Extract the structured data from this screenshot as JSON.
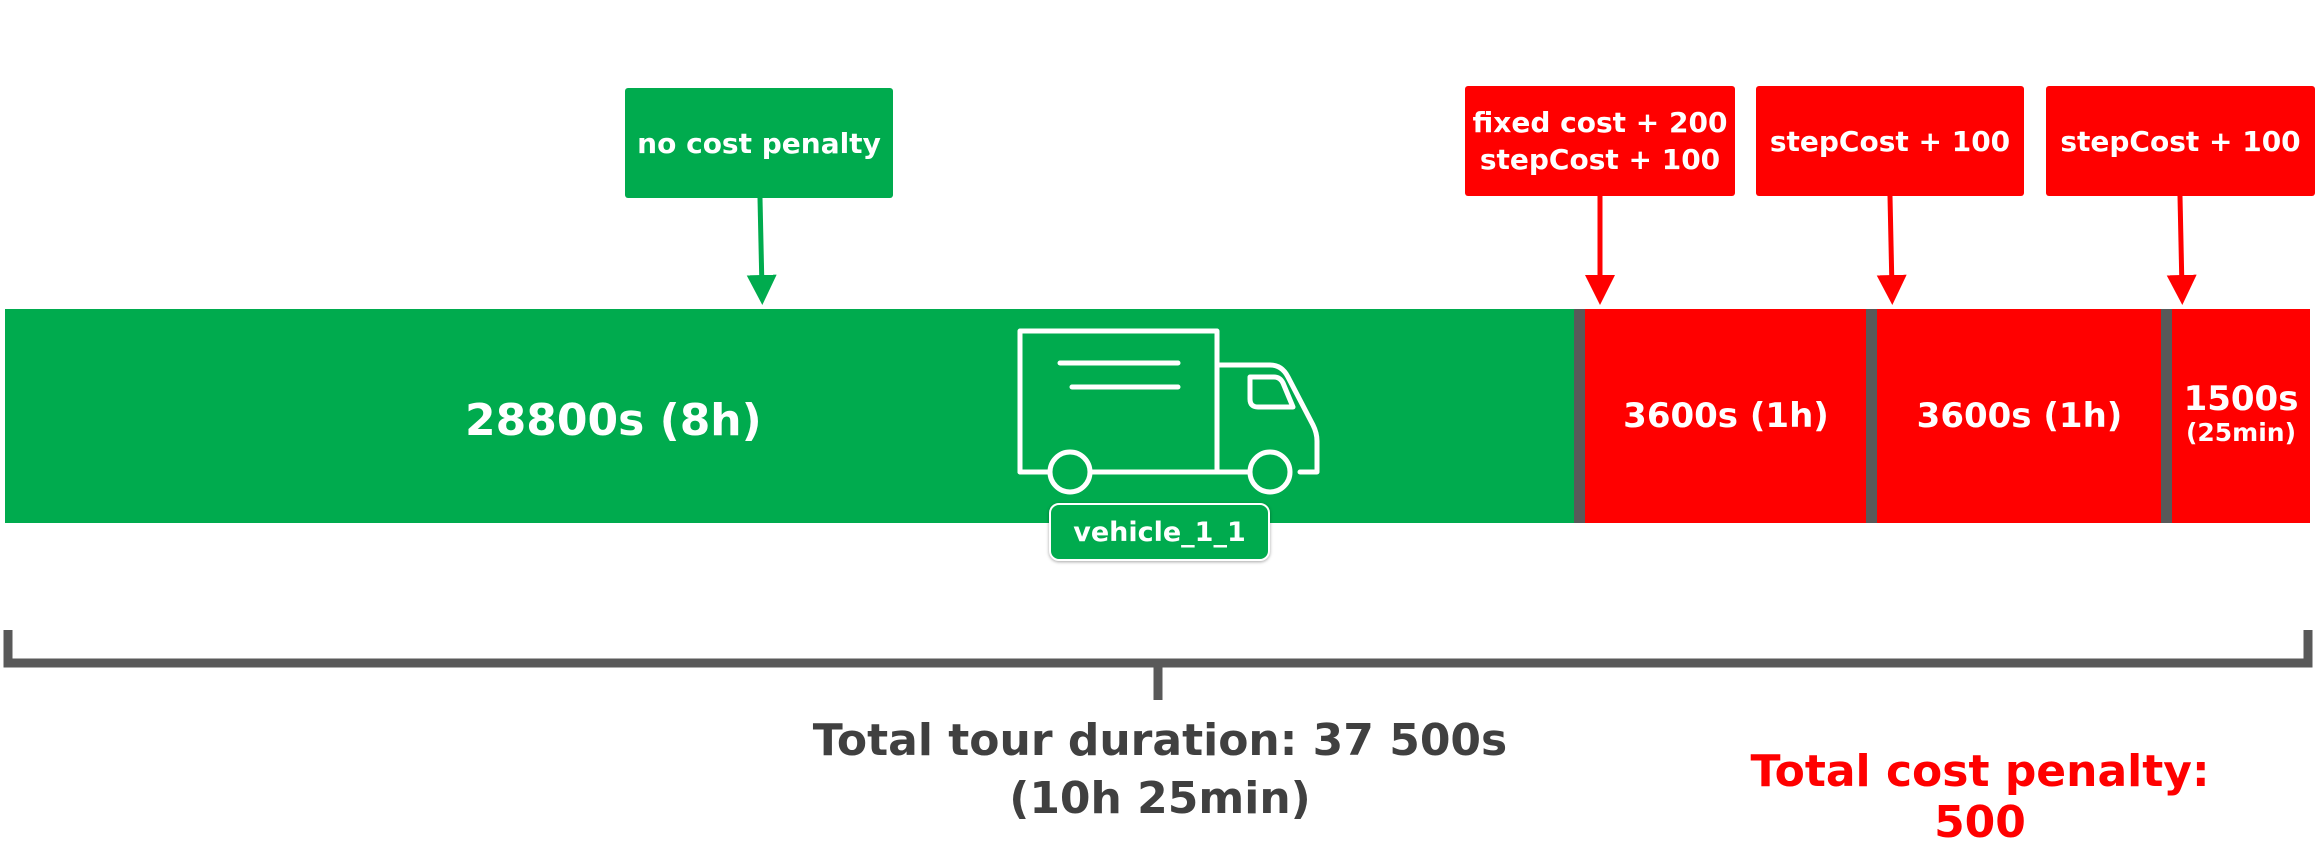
{
  "segments": [
    {
      "label": "28800s (8h)",
      "color": "#00ab4e"
    },
    {
      "label": "3600s (1h)",
      "color": "#ff0000"
    },
    {
      "label": "3600s (1h)",
      "color": "#ff0000"
    },
    {
      "label": "1500s",
      "sublabel": "(25min)",
      "color": "#ff0000"
    }
  ],
  "annotations": [
    {
      "lines": [
        "no cost penalty"
      ],
      "color": "#00ab4e"
    },
    {
      "lines": [
        "fixed cost + 200",
        "stepCost + 100"
      ],
      "color": "#ff0000"
    },
    {
      "lines": [
        "stepCost + 100"
      ],
      "color": "#ff0000"
    },
    {
      "lines": [
        "stepCost + 100"
      ],
      "color": "#ff0000"
    }
  ],
  "vehicle": {
    "label": "vehicle_1_1",
    "icon": "truck-icon"
  },
  "totals": {
    "duration_line1": "Total tour duration: 37 500s",
    "duration_line2": "(10h 25min)",
    "cost_penalty": "Total cost penalty: 500"
  },
  "colors": {
    "green": "#00ab4e",
    "red": "#ff0000",
    "gray": "#595959",
    "text_gray": "#404040"
  }
}
